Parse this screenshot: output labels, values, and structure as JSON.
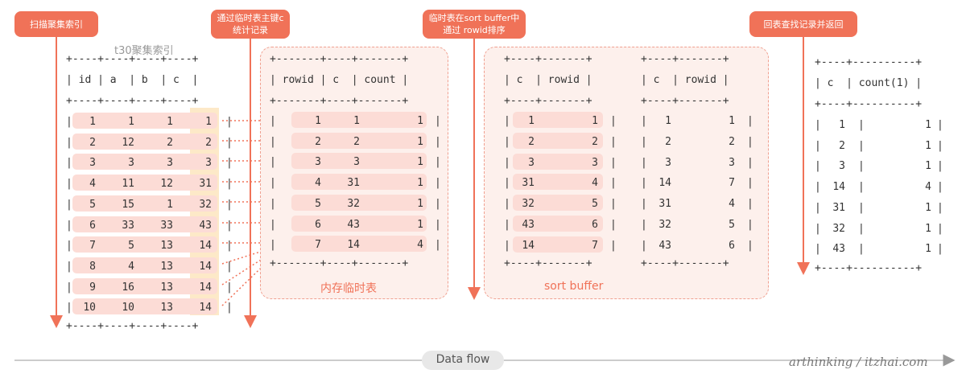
{
  "badges": {
    "scan": "扫描聚集索引",
    "temp_count": "通过临时表主键c统计记录",
    "sort": "临时表在sort buffer中通过 rowid排序",
    "back": "回表查找记录并返回"
  },
  "t30": {
    "title": "t30聚集索引",
    "border": "+----+----+----+----+",
    "header": "| id | a  | b  | c  |",
    "rows": [
      [
        "1",
        "1",
        "1",
        "1"
      ],
      [
        "2",
        "12",
        "2",
        "2"
      ],
      [
        "3",
        "3",
        "3",
        "3"
      ],
      [
        "4",
        "11",
        "12",
        "31"
      ],
      [
        "5",
        "15",
        "1",
        "32"
      ],
      [
        "6",
        "33",
        "33",
        "43"
      ],
      [
        "7",
        "5",
        "13",
        "14"
      ],
      [
        "8",
        "4",
        "13",
        "14"
      ],
      [
        "9",
        "16",
        "13",
        "14"
      ],
      [
        "10",
        "10",
        "13",
        "14"
      ]
    ]
  },
  "temp": {
    "border": "+-------+----+-------+",
    "header": "| rowid | c  | count |",
    "rows": [
      [
        "1",
        "1",
        "1"
      ],
      [
        "2",
        "2",
        "1"
      ],
      [
        "3",
        "3",
        "1"
      ],
      [
        "4",
        "31",
        "1"
      ],
      [
        "5",
        "32",
        "1"
      ],
      [
        "6",
        "43",
        "1"
      ],
      [
        "7",
        "14",
        "4"
      ]
    ],
    "caption": "内存临时表"
  },
  "sortbuf": {
    "border": "+----+-------+",
    "header": "| c  | rowid |",
    "left_rows": [
      [
        "1",
        "1"
      ],
      [
        "2",
        "2"
      ],
      [
        "3",
        "3"
      ],
      [
        "31",
        "4"
      ],
      [
        "32",
        "5"
      ],
      [
        "43",
        "6"
      ],
      [
        "14",
        "7"
      ]
    ],
    "right_rows": [
      [
        "1",
        "1"
      ],
      [
        "2",
        "2"
      ],
      [
        "3",
        "3"
      ],
      [
        "14",
        "7"
      ],
      [
        "31",
        "4"
      ],
      [
        "32",
        "5"
      ],
      [
        "43",
        "6"
      ]
    ],
    "caption": "sort buffer"
  },
  "result": {
    "border": "+----+----------+",
    "header": "| c  | count(1) |",
    "rows": [
      [
        "1",
        "1"
      ],
      [
        "2",
        "1"
      ],
      [
        "3",
        "1"
      ],
      [
        "14",
        "4"
      ],
      [
        "31",
        "1"
      ],
      [
        "32",
        "1"
      ],
      [
        "43",
        "1"
      ]
    ]
  },
  "footer": {
    "flow_label": "Data flow",
    "signature": "arthinking / itzhai.com"
  },
  "colors": {
    "accent": "#f07258",
    "row_fill": "#fcdcd6",
    "col_highlight": "#fde9c8",
    "box_fill": "#fdf0ec"
  }
}
